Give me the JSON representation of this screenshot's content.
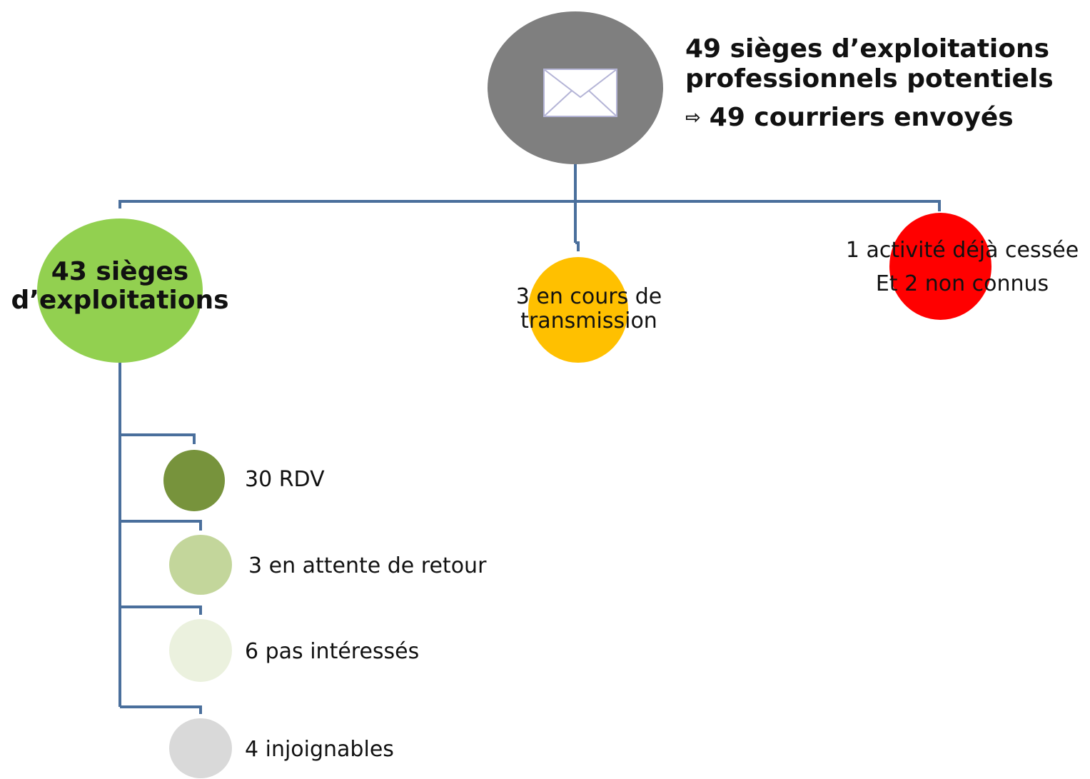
{
  "colors": {
    "connector": "#4a6f9c",
    "root_node": "#7f7f7f",
    "branch_green": "#92d050",
    "branch_orange": "#ffc000",
    "branch_red": "#ff0000",
    "rdv": "#77933c",
    "attente": "#c3d69b",
    "pas_interesses": "#ebf1de",
    "injoignables": "#d9d9d9"
  },
  "root": {
    "icon": "envelope-icon",
    "line1": "49 sièges d’exploitations",
    "line2": "professionnels potentiels",
    "line3_arrow": "⇨",
    "line3": "49 courriers envoyés"
  },
  "branches": {
    "exploitations": {
      "line1": "43 sièges",
      "line2": "d’exploitations"
    },
    "transmission": {
      "line1": "3 en cours de",
      "line2": "transmission"
    },
    "cessee": {
      "line1": "1 activité déjà cessée",
      "line2": "Et 2 non connus"
    }
  },
  "sub_items": [
    {
      "label": "30 RDV"
    },
    {
      "label": "3 en attente de retour"
    },
    {
      "label": "6 pas intéressés"
    },
    {
      "label": "4 injoignables"
    }
  ]
}
